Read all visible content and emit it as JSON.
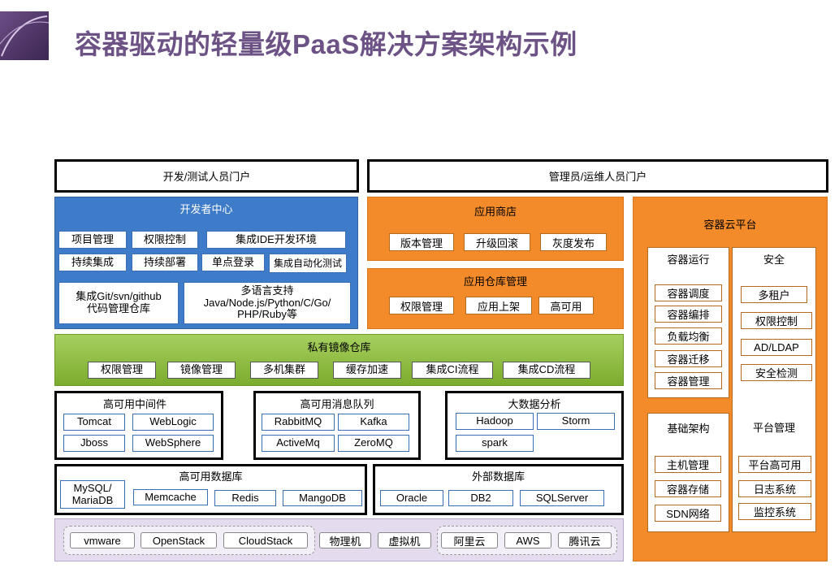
{
  "title": "容器驱动的轻量级PaaS解决方案架构示例",
  "portals": {
    "dev": "开发/测试人员门户",
    "ops": "管理员/运维人员门户"
  },
  "dev_center": {
    "title": "开发者中心",
    "items": [
      "项目管理",
      "权限控制",
      "集成IDE开发环境",
      "持续集成",
      "持续部署",
      "单点登录",
      "集成自动化测试"
    ],
    "git": [
      "集成Git/svn/github",
      "代码管理仓库"
    ],
    "lang": [
      "多语言支持",
      "Java/Node.js/Python/C/Go/",
      "PHP/Ruby等"
    ]
  },
  "app_store": {
    "title": "应用商店",
    "items": [
      "版本管理",
      "升级回滚",
      "灰度发布"
    ]
  },
  "app_repo": {
    "title": "应用仓库管理",
    "items": [
      "权限管理",
      "应用上架",
      "高可用"
    ]
  },
  "image_repo": {
    "title": "私有镜像仓库",
    "items": [
      "权限管理",
      "镜像管理",
      "多机集群",
      "缓存加速",
      "集成CI流程",
      "集成CD流程"
    ]
  },
  "middleware": {
    "title": "高可用中间件",
    "items": [
      "Tomcat",
      "WebLogic",
      "Jboss",
      "WebSphere"
    ]
  },
  "mq": {
    "title": "高可用消息队列",
    "items": [
      "RabbitMQ",
      "Kafka",
      "ActiveMq",
      "ZeroMQ"
    ]
  },
  "bigdata": {
    "title": "大数据分析",
    "items": [
      "Hadoop",
      "Storm",
      "spark"
    ]
  },
  "db": {
    "title": "高可用数据库",
    "items": [
      "MySQL/",
      "MariaDB",
      "Memcache",
      "Redis",
      "MangoDB"
    ]
  },
  "ext_db": {
    "title": "外部数据库",
    "items": [
      "Oracle",
      "DB2",
      "SQLServer"
    ]
  },
  "infra": {
    "items": [
      "vmware",
      "OpenStack",
      "CloudStack",
      "物理机",
      "虚拟机",
      "阿里云",
      "AWS",
      "腾讯云"
    ]
  },
  "container_cloud": {
    "title": "容器云平台",
    "runtime": {
      "title": "容器运行",
      "items": [
        "容器调度",
        "容器编排",
        "负载均衡",
        "容器迁移",
        "容器管理"
      ]
    },
    "security": {
      "title": "安全",
      "items": [
        "多租户",
        "权限控制",
        "AD/LDAP",
        "安全检测"
      ]
    },
    "base": {
      "title": "基础架构",
      "items": [
        "主机管理",
        "容器存储",
        "SDN网络"
      ]
    },
    "platform": {
      "title": "平台管理",
      "items": [
        "平台高可用",
        "日志系统",
        "监控系统"
      ]
    }
  },
  "colors": {
    "title": "#6d5385",
    "blue": "#3e7bc8",
    "orange": "#f38b2a",
    "green": "#8cbc3f",
    "purple": "#e4dcee"
  }
}
